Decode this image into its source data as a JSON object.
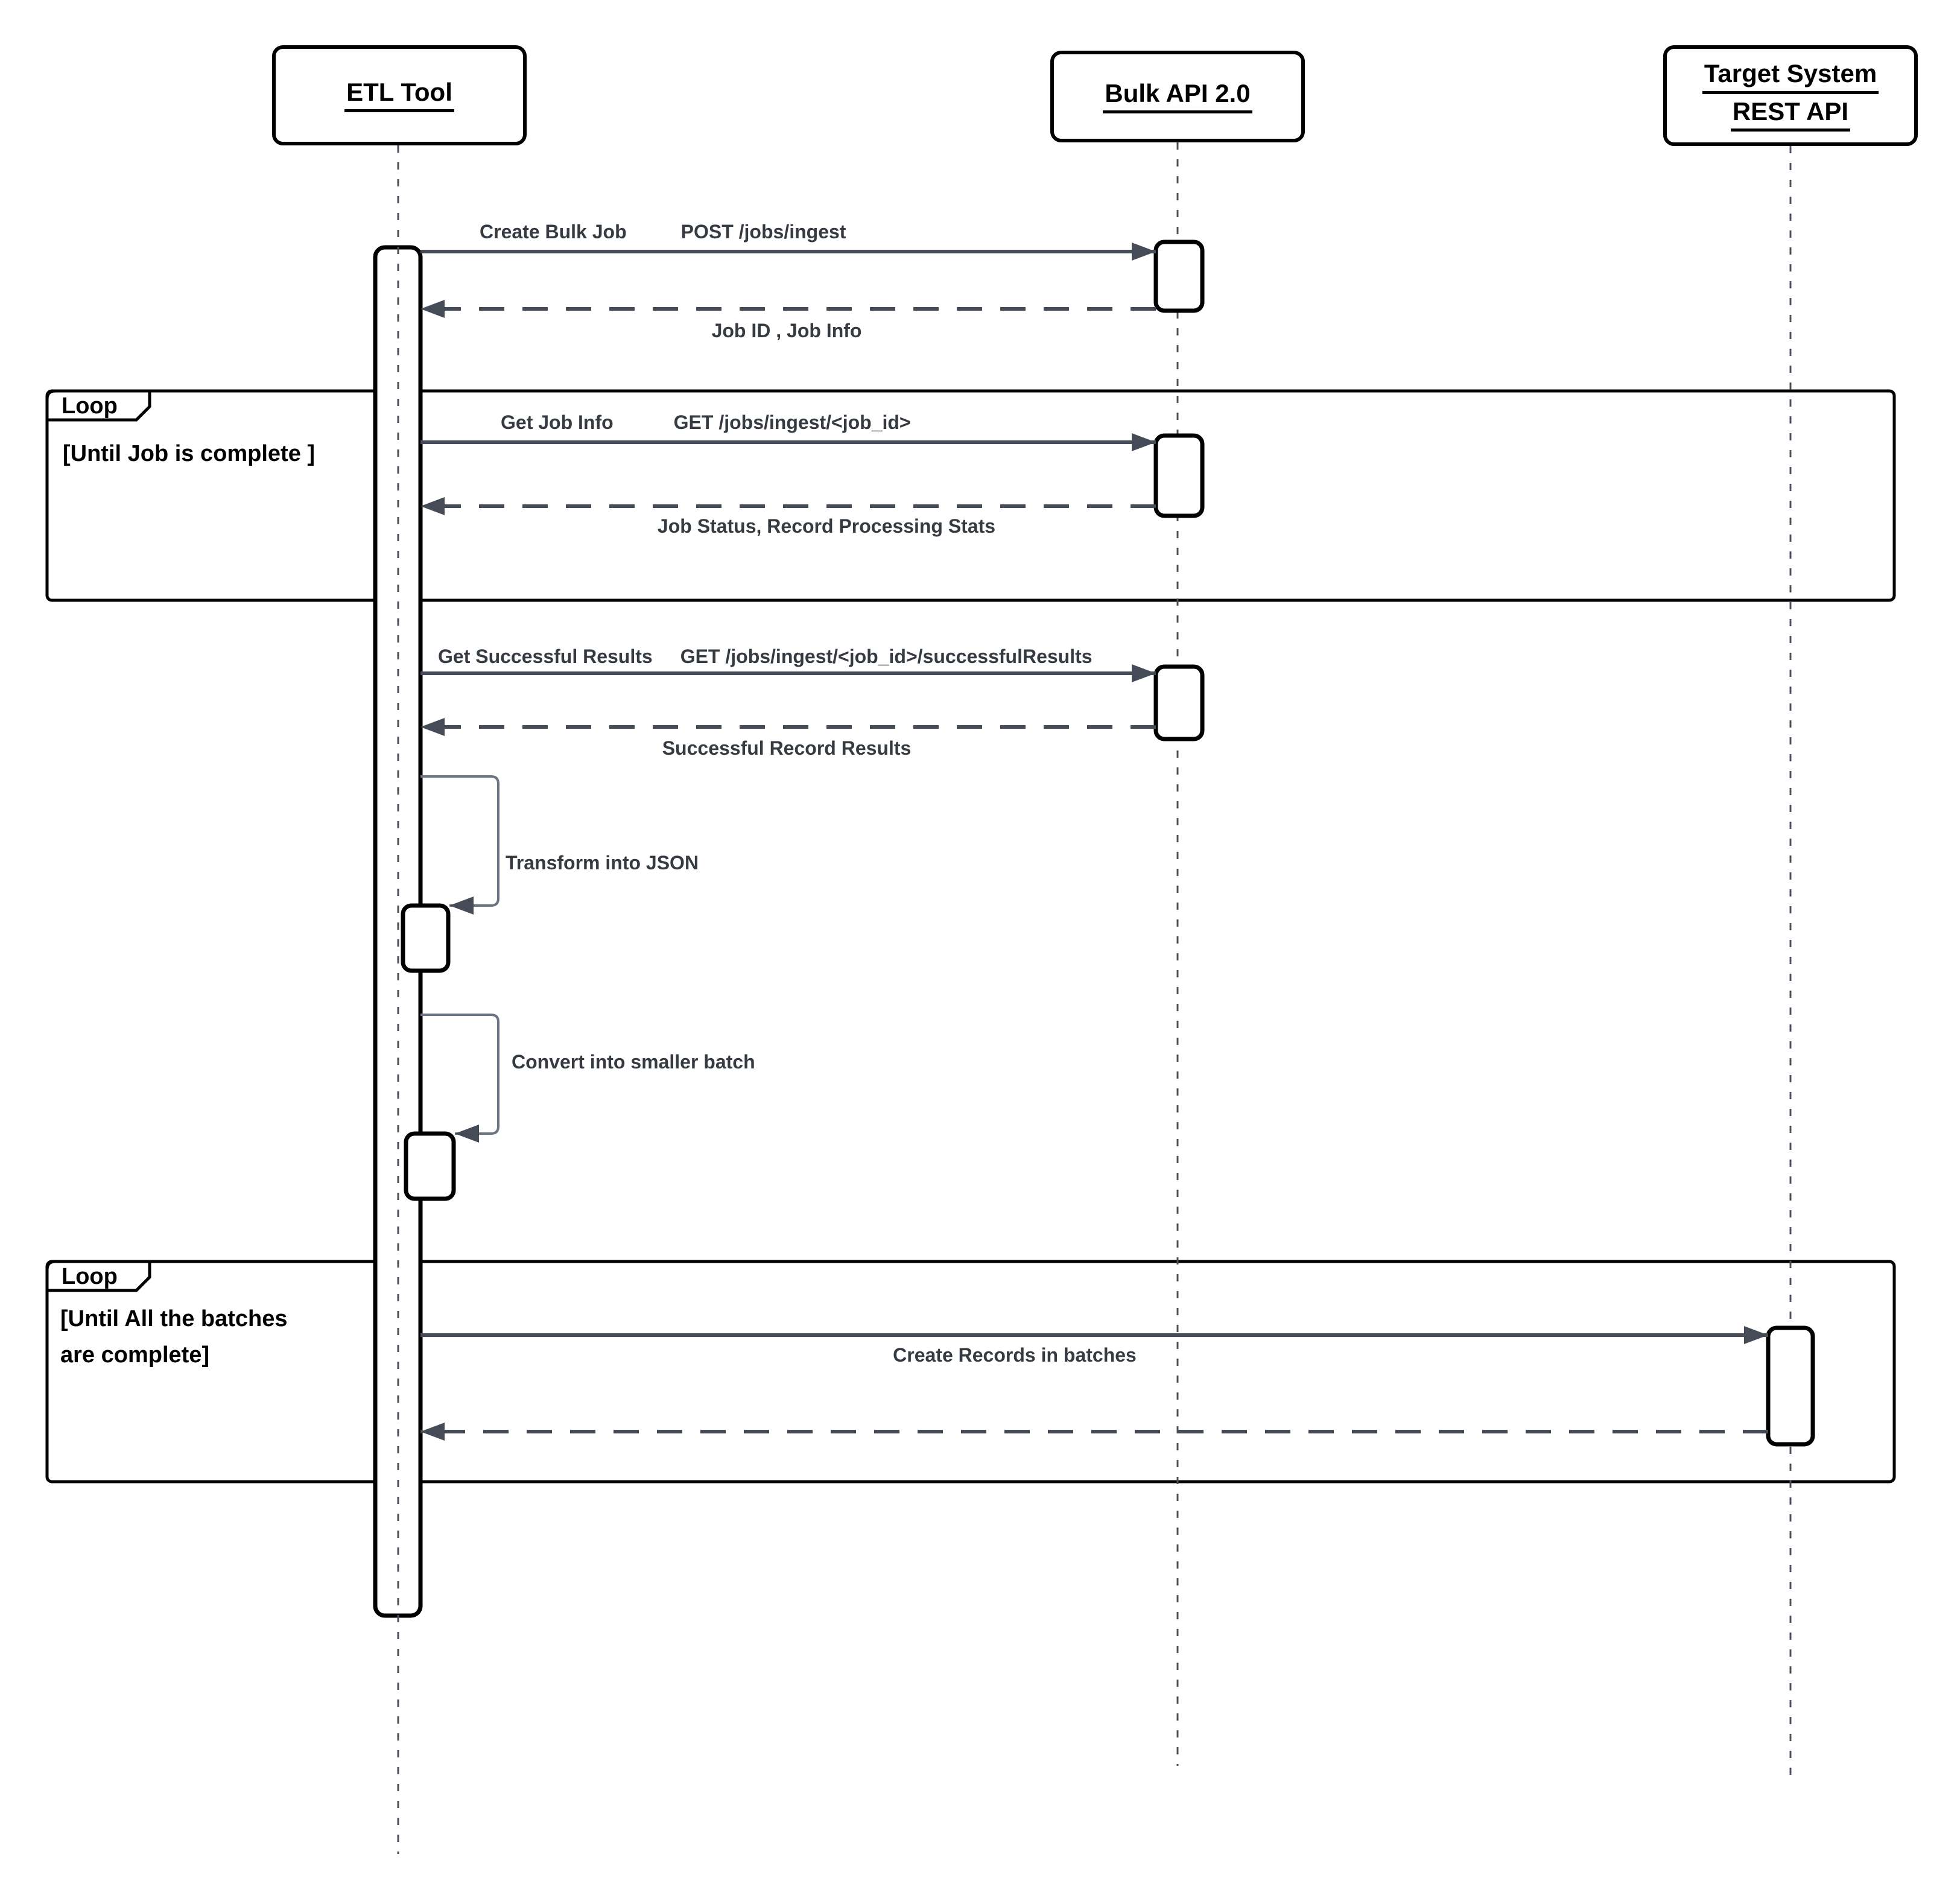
{
  "diagram": {
    "kind": "uml-sequence-diagram"
  },
  "actors": {
    "etl": {
      "label": "ETL Tool"
    },
    "bulk_api": {
      "label": "Bulk API 2.0"
    },
    "target": {
      "label_line1": "Target System",
      "label_line2": "REST API"
    }
  },
  "fragments": {
    "loop1": {
      "operator": "Loop",
      "guard": "[Until Job is complete ]"
    },
    "loop2": {
      "operator": "Loop",
      "guard_line1": "[Until All the batches",
      "guard_line2": "are complete]"
    }
  },
  "messages": {
    "create_bulk_job": {
      "name": "Create Bulk Job",
      "endpoint": "POST /jobs/ingest"
    },
    "create_bulk_job_reply": "Job ID , Job Info",
    "get_job_info": {
      "name": "Get Job Info",
      "endpoint": "GET /jobs/ingest/<job_id>"
    },
    "get_job_info_reply": "Job Status, Record Processing Stats",
    "get_successful_results": {
      "name": "Get Successful Results",
      "endpoint": "GET /jobs/ingest/<job_id>/successfulResults"
    },
    "get_successful_results_reply": "Successful Record Results",
    "transform_into_json": "Transform into JSON",
    "convert_into_smaller_batch": "Convert into smaller batch",
    "create_records_in_batches": "Create Records in batches"
  },
  "colors": {
    "arrow": "#454c57",
    "lifeline": "#4a515c",
    "self_bracket": "#6b7480",
    "frame_border": "#000000",
    "message_text": "#363b42",
    "background": "#ffffff"
  }
}
